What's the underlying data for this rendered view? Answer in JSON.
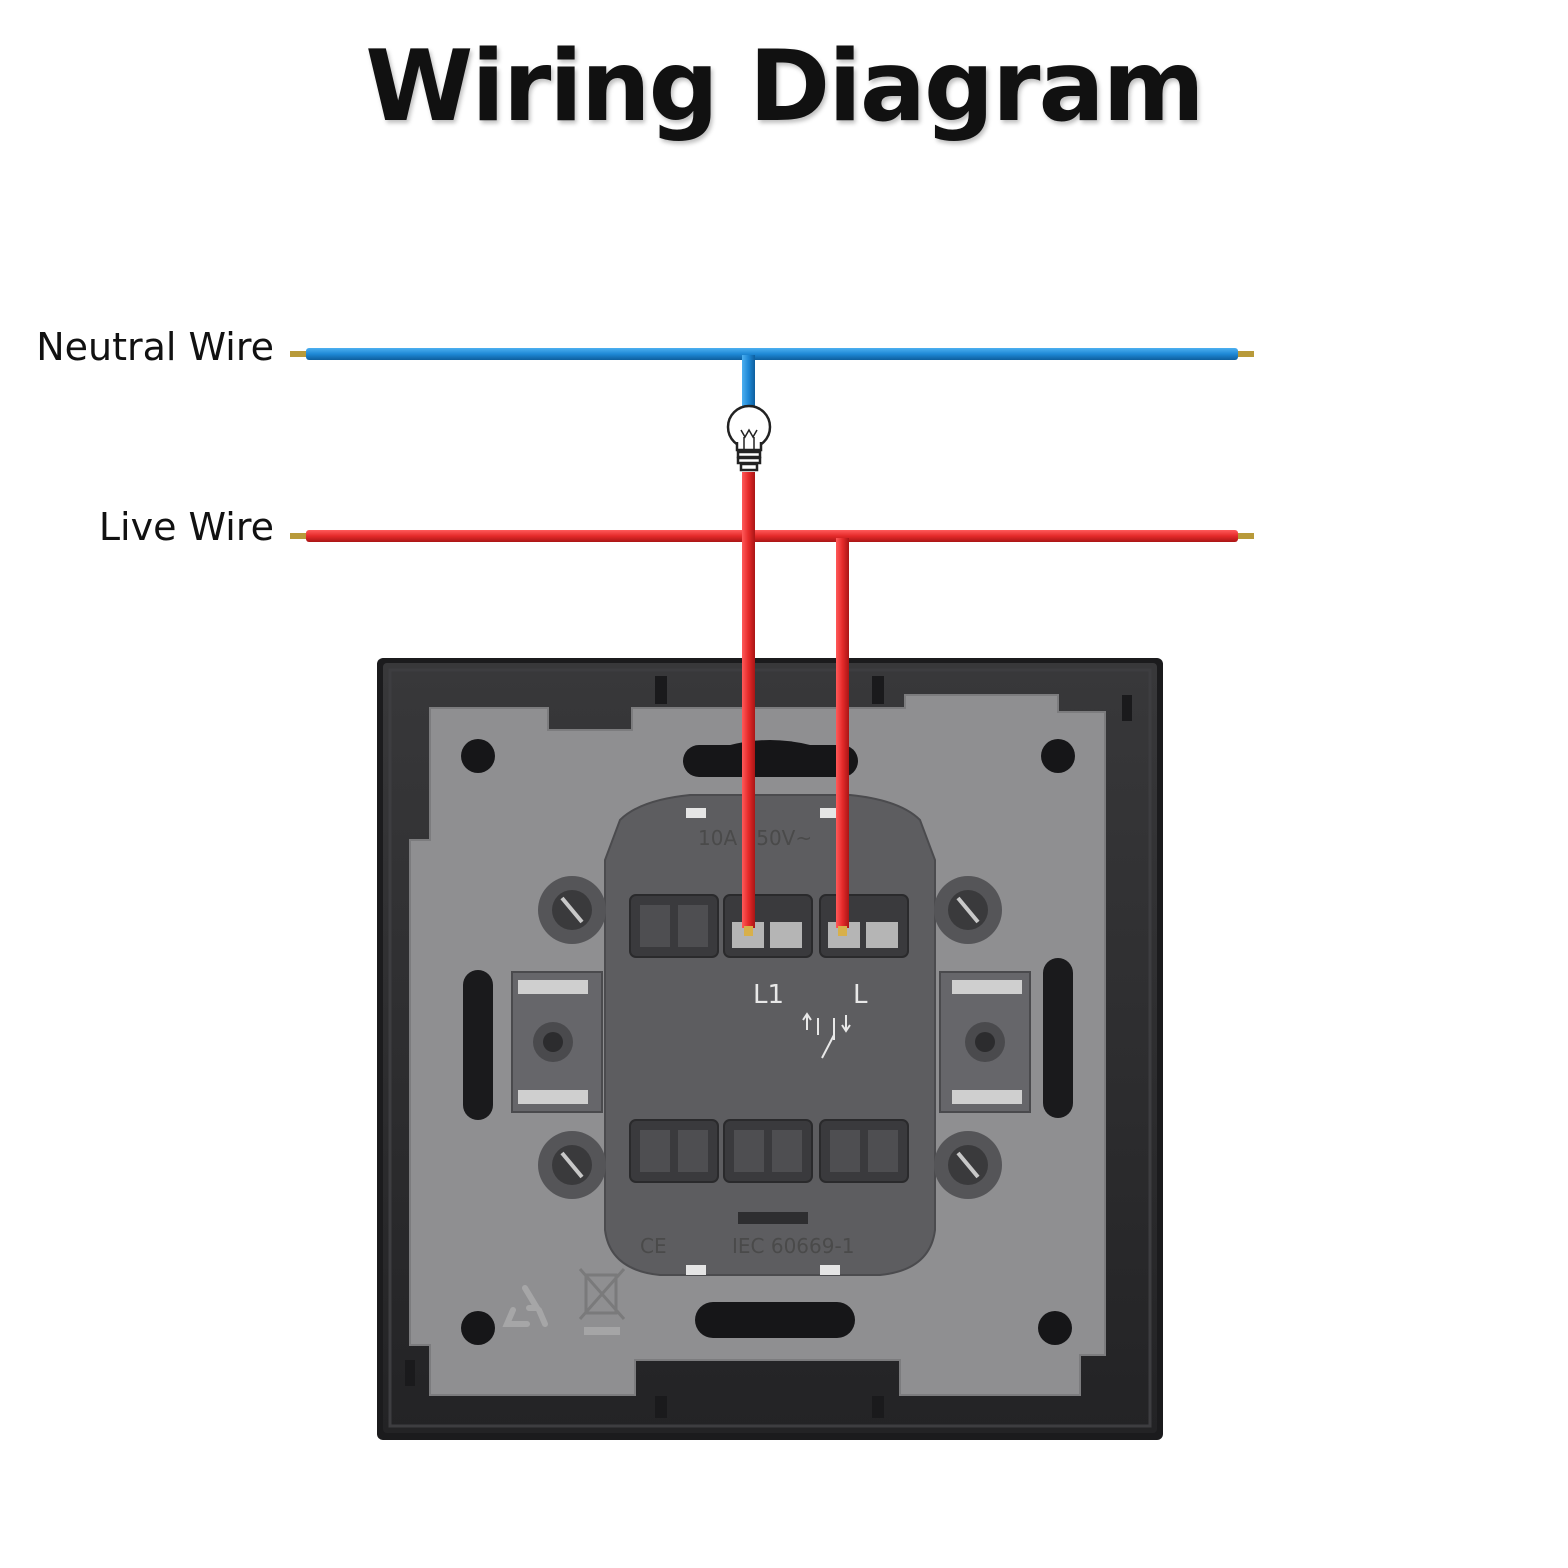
{
  "title": "Wiring Diagram",
  "wires": {
    "neutral": {
      "label": "Neutral Wire",
      "color": "#1e88d6"
    },
    "live": {
      "label": "Live Wire",
      "color": "#e52a2a"
    }
  },
  "switch": {
    "terminals": [
      "L1",
      "L"
    ],
    "rating": "10A 250V~",
    "standard": "IEC 60669-1",
    "marks": [
      "CE",
      "recycle-icon",
      "weee-bin-icon"
    ]
  },
  "load": {
    "icon": "light-bulb-icon"
  },
  "colors": {
    "frame": "#2b2b2d",
    "plate": "#8f8f91",
    "module": "#5d5d60"
  }
}
